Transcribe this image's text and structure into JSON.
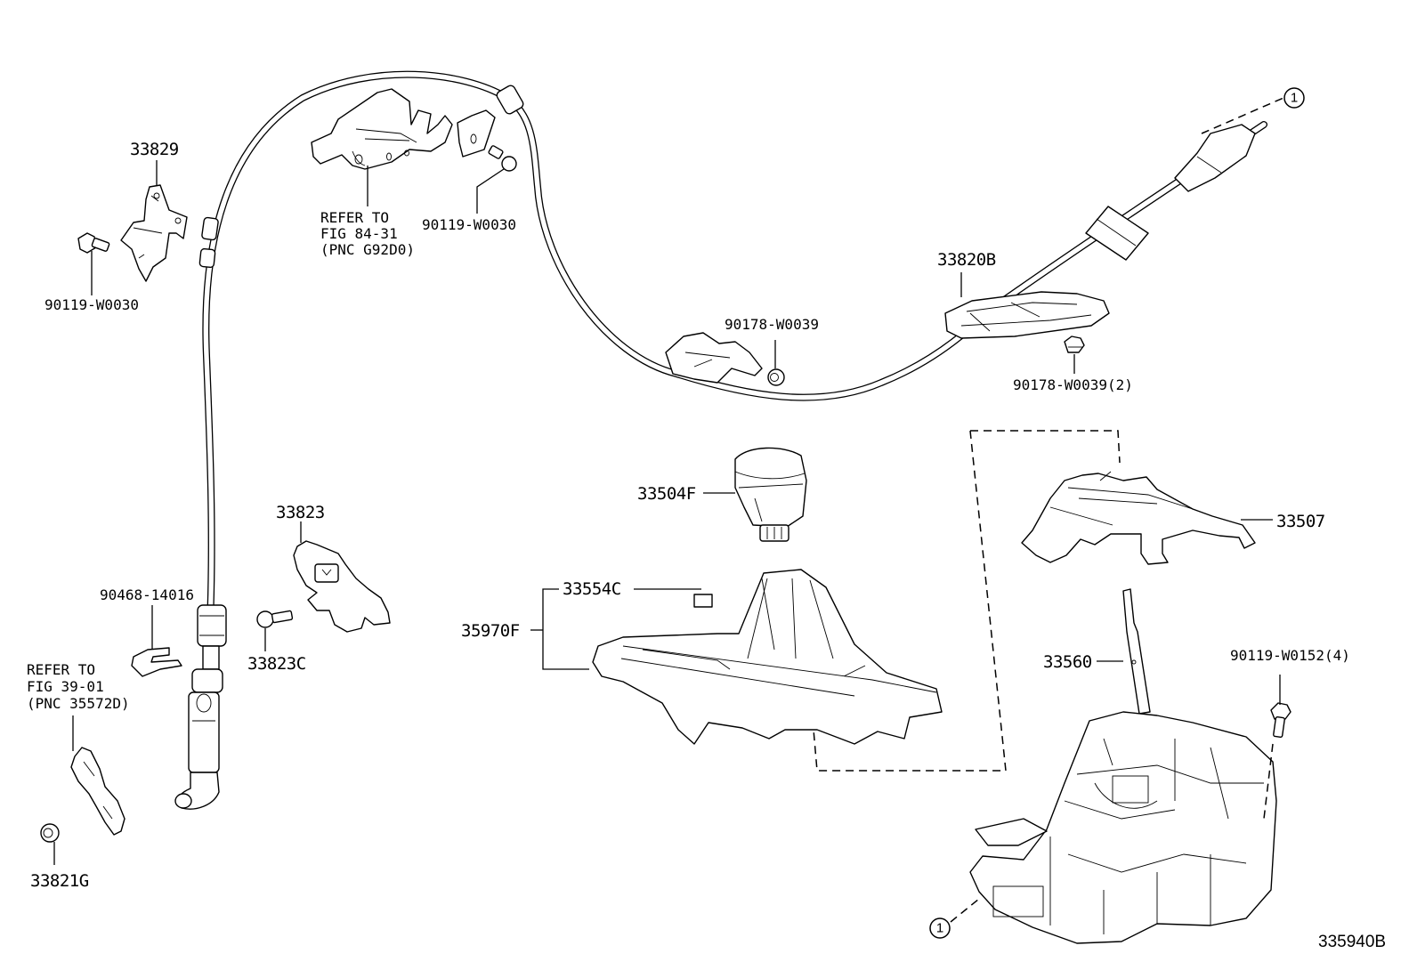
{
  "diagram": {
    "title_code": "335940B",
    "callout_marker": "1",
    "parts": [
      {
        "id": "33829",
        "label": "33829"
      },
      {
        "id": "90119-W0030-left",
        "label": "90119-W0030"
      },
      {
        "id": "refer-fig-84-31",
        "label_lines": [
          "REFER TO",
          "FIG 84-31",
          "(PNC G92D0)"
        ]
      },
      {
        "id": "90119-W0030-top",
        "label": "90119-W0030"
      },
      {
        "id": "33820B",
        "label": "33820B"
      },
      {
        "id": "90178-W0039",
        "label": "90178-W0039"
      },
      {
        "id": "90178-W0039-2",
        "label": "90178-W0039(2)"
      },
      {
        "id": "33504F",
        "label": "33504F"
      },
      {
        "id": "33507",
        "label": "33507"
      },
      {
        "id": "33823",
        "label": "33823"
      },
      {
        "id": "90468-14016",
        "label": "90468-14016"
      },
      {
        "id": "33823C",
        "label": "33823C"
      },
      {
        "id": "refer-fig-39-01",
        "label_lines": [
          "REFER TO",
          "FIG 39-01",
          "(PNC 35572D)"
        ]
      },
      {
        "id": "33821G",
        "label": "33821G"
      },
      {
        "id": "33554C",
        "label": "33554C"
      },
      {
        "id": "35970F",
        "label": "35970F"
      },
      {
        "id": "33560",
        "label": "33560"
      },
      {
        "id": "90119-W0152-4",
        "label": "90119-W0152(4)"
      }
    ]
  }
}
